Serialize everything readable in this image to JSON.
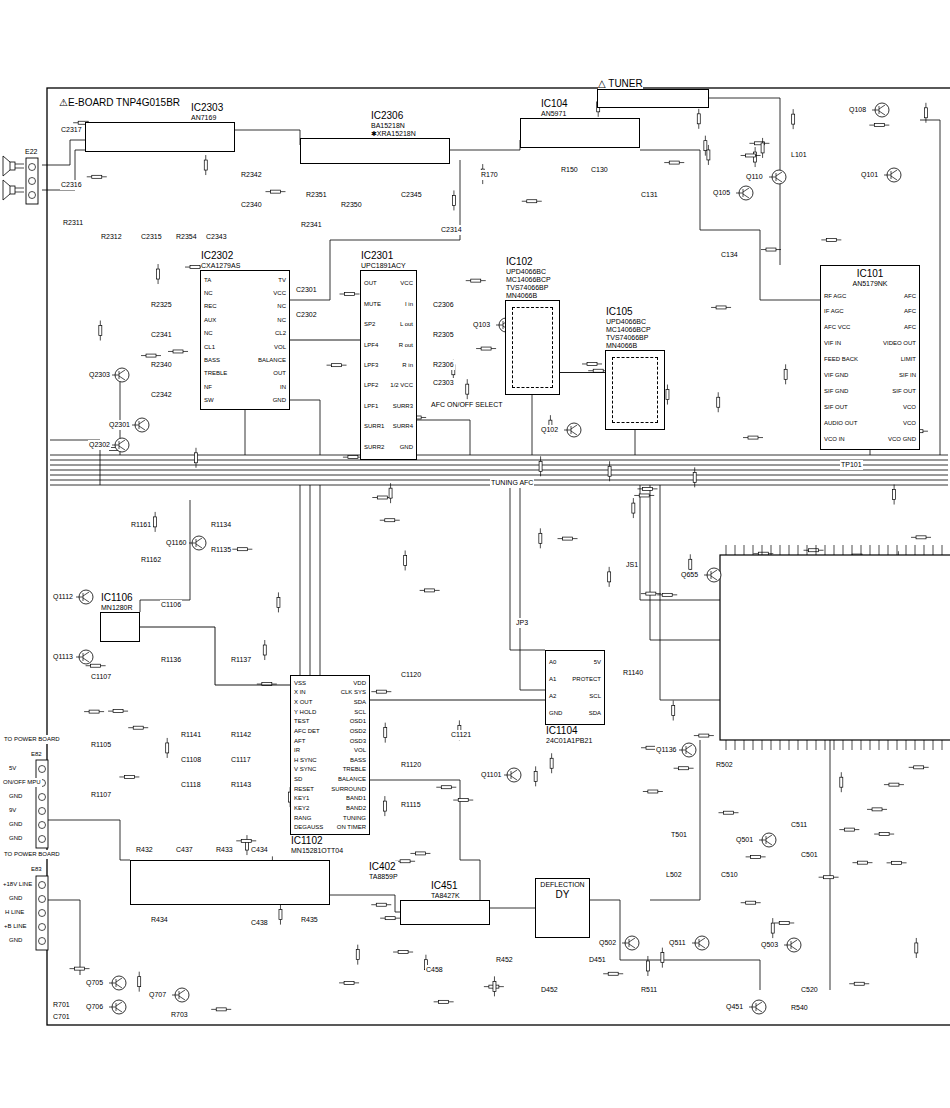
{
  "diagram": {
    "nodes": [
      {
        "text": [
          "IC2303",
          "AN7169"
        ]
      },
      {
        "text": [
          "IC2306",
          "BA15218N",
          "✱XRA15218N"
        ]
      },
      {
        "text": [
          "IC104",
          "AN5971"
        ]
      },
      {
        "text": [
          "△ TUNER"
        ]
      },
      {
        "text": [
          "IC102",
          "UPD4066BC",
          "MC14066BCP",
          "TVS74066BP",
          "MN4066B"
        ]
      },
      {
        "text": [
          "IC105",
          "UPD4066BC",
          "MC14066BCP",
          "TVS74066BP",
          "MN4066B"
        ]
      },
      {
        "text": [
          "IC101",
          "AN5179NK",
          "RF AGC",
          "IF AGC",
          "AFC VCC",
          "VIF IN",
          "FEED BACK",
          "VIF GND",
          "SIF GND",
          "SIF OUT",
          "AUDIO OUT",
          "VCO IN",
          "AFC",
          "AFC",
          "AFC",
          "VIDEO OUT",
          "LIMIT",
          "SIF IN",
          "SIF OUT",
          "VCO",
          "VCO",
          "VCO GND"
        ]
      },
      {
        "text": [
          "IC2302",
          "CXA1279AS",
          "TA",
          "NC",
          "REC",
          "AUX",
          "NC",
          "CL1",
          "BASS",
          "TREBLE",
          "NF",
          "SW",
          "TV",
          "VCC",
          "NC",
          "NC",
          "CL2",
          "VOL",
          "BALANCE",
          "OUT",
          "IN",
          "GND"
        ]
      },
      {
        "text": [
          "IC2301",
          "UPC1891ACY",
          "OUT",
          "MUTE",
          "SP2",
          "LPF4",
          "LPF3",
          "LPF2",
          "LPF1",
          "SURR1",
          "SURR2",
          "VCC",
          "I in",
          "L out",
          "R out",
          "R in",
          "1/2 VCC",
          "SURR3",
          "SURR4",
          "GND"
        ]
      },
      {
        "text": [
          "IC1106",
          "MN1280R"
        ]
      },
      {
        "text": [
          "IC1102",
          "MN15281OTT04",
          "VSS",
          "X IN",
          "X OUT",
          "Y HOLD",
          "TEST",
          "AFC DET",
          "AFT",
          "IR",
          "H SYNC",
          "V SYNC",
          "SD",
          "RESET",
          "KEY1",
          "KEY2",
          "RANG",
          "DEGAUSS",
          "VDD",
          "CLK SYS",
          "SDA",
          "SCL",
          "OSD1",
          "OSD2",
          "OSD3",
          "VOL",
          "BASS",
          "TREBLE",
          "BALANCE",
          "SURROUND",
          "BAND1",
          "BAND2",
          "TUNING",
          "ON TIMER"
        ]
      },
      {
        "text": [
          "IC1104",
          "24C01A1PB21",
          "A0",
          "A1",
          "A2",
          "GND",
          "5V",
          "PROTECT",
          "SCL",
          "SDA"
        ]
      },
      {
        "text": [
          "IC402",
          "TA8859P"
        ]
      },
      {
        "text": [
          "IC451",
          "TA8427K"
        ]
      },
      {
        "text": [
          "DEFLECTION",
          "DY"
        ]
      }
    ],
    "edges": [
      {
        "from": 7,
        "to": 8,
        "arrow": "none"
      },
      {
        "from": 4,
        "to": 5,
        "arrow": "none"
      },
      {
        "from": 9,
        "to": 10,
        "arrow": "none"
      },
      {
        "from": 10,
        "to": 11,
        "arrow": "none"
      }
    ],
    "labels": [
      "⚠E-BOARD TNP4G015BR",
      "E22",
      "TO POWER BOARD",
      "E82",
      "5V",
      "ON/OFF MPU",
      "GND",
      "9V",
      "GND",
      "GND",
      "TO POWER BOARD",
      "E83",
      "+18V LINE",
      "GND",
      "H LINE",
      "+B LINE",
      "GND",
      "Q2303",
      "Q2301",
      "Q2302",
      "Q1160",
      "Q1112",
      "Q1113",
      "Q1136",
      "Q103",
      "Q102",
      "Q105",
      "Q101",
      "Q108",
      "Q110",
      "Q655",
      "Q501",
      "Q502",
      "Q503",
      "Q511",
      "Q451",
      "Q705",
      "Q706",
      "Q707",
      "AFC ON/OFF SELECT",
      "TUNING AFC",
      "C2317",
      "C2316",
      "R2311",
      "R2312",
      "C2315",
      "R2354",
      "C2343",
      "C2340",
      "R2342",
      "R2351",
      "R2350",
      "C2345",
      "C2314",
      "R2341",
      "C2301",
      "C2302",
      "C2306",
      "R2305",
      "R2306",
      "C2303",
      "R2325",
      "C2341",
      "R2340",
      "C2342",
      "R1161",
      "R1162",
      "R1134",
      "R1135",
      "C1106",
      "C1107",
      "R1136",
      "R1137",
      "R1105",
      "R1107",
      "R1141",
      "R1142",
      "C1108",
      "C1117",
      "C1118",
      "R1143",
      "C1120",
      "C1121",
      "R1120",
      "Q1101",
      "R1115",
      "JP3",
      "JS1",
      "R1140",
      "R502",
      "L502",
      "T501",
      "C510",
      "C511",
      "C501",
      "R511",
      "C520",
      "R540",
      "D451",
      "C458",
      "R452",
      "D452",
      "R432",
      "C437",
      "R433",
      "C434",
      "R434",
      "C438",
      "R435",
      "R701",
      "C701",
      "R703",
      "R150",
      "C130",
      "R170",
      "C134",
      "L101",
      "C131",
      "TP101"
    ]
  }
}
